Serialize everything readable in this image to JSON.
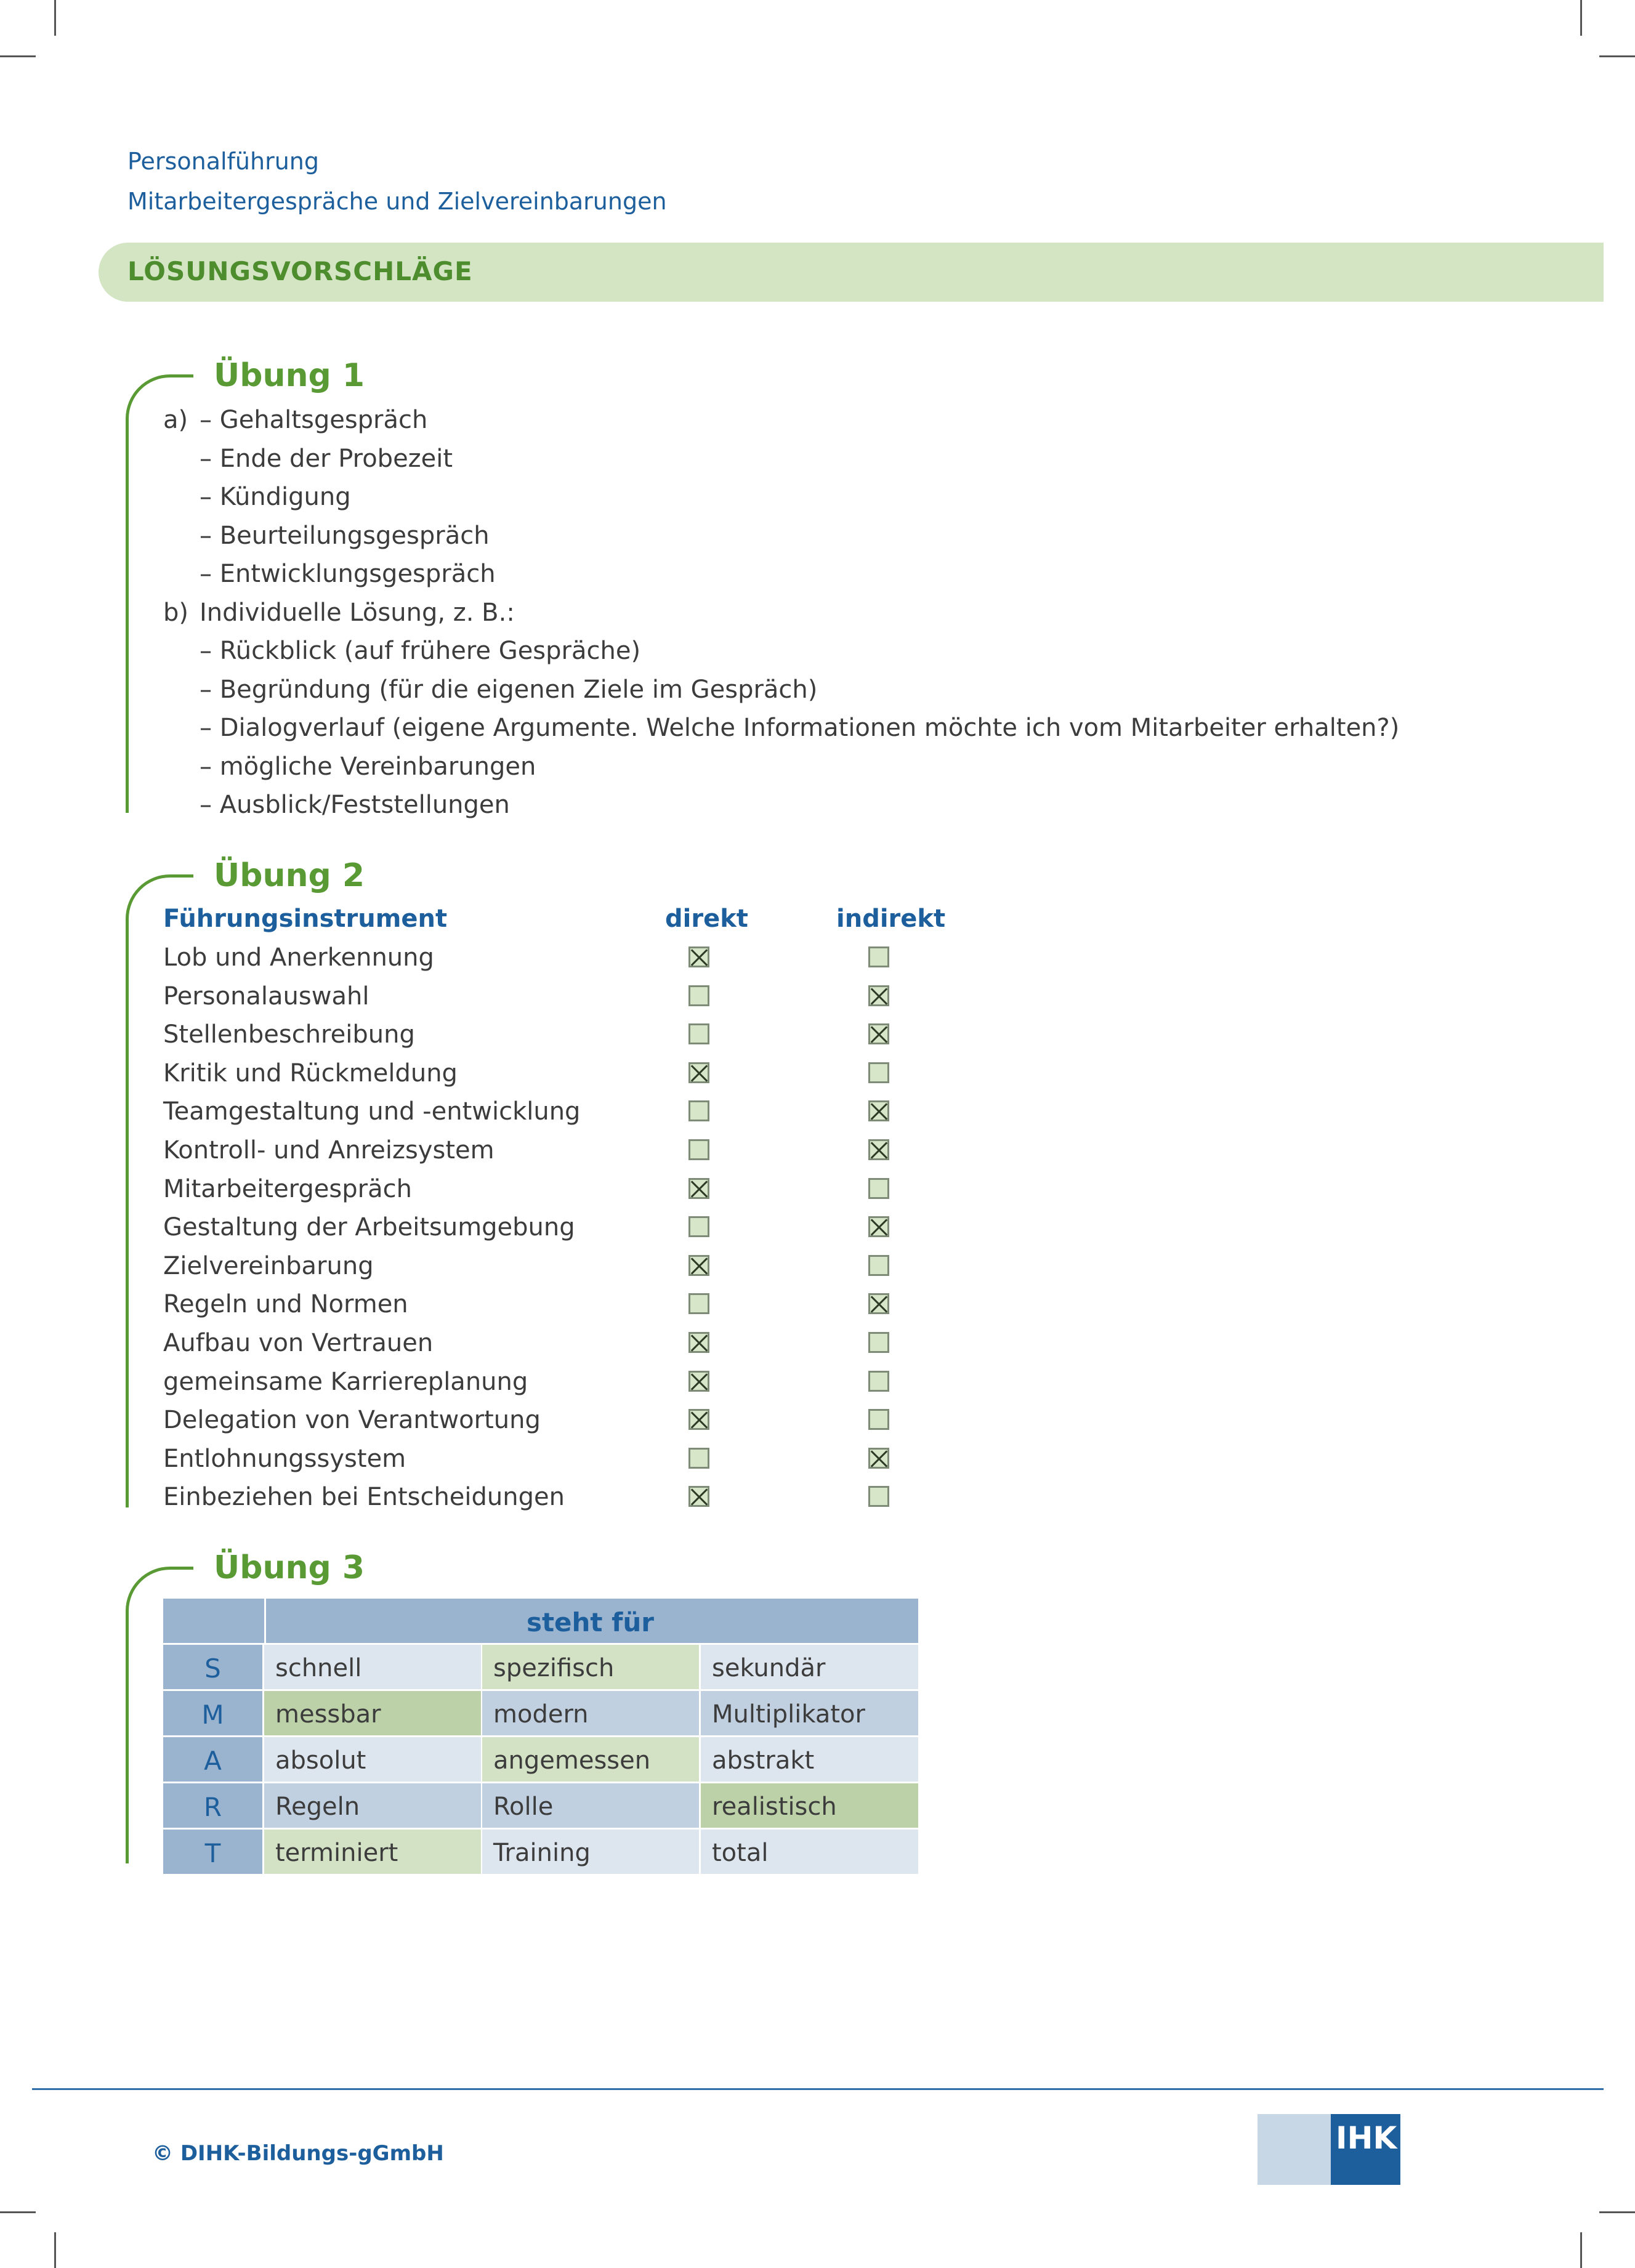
{
  "header": {
    "line1": "Personalführung",
    "line2": "Mitarbeitergespräche und Zielvereinbarungen"
  },
  "banner": {
    "title": "LÖSUNGSVORSCHLÄGE"
  },
  "uebung1": {
    "title": "Übung 1",
    "a_marker": "a)",
    "a_items": [
      "– Gehaltsgespräch",
      "– Ende der Probezeit",
      "– Kündigung",
      "– Beurteilungsgespräch",
      "– Entwicklungsgespräch"
    ],
    "b_marker": "b)",
    "b_intro": "Individuelle Lösung, z. B.:",
    "b_items": [
      "– Rückblick (auf frühere Gespräche)",
      "– Begründung (für die eigenen Ziele im Gespräch)",
      "– Dialogverlauf (eigene Argumente. Welche Informationen möchte ich vom Mitarbeiter erhalten?)",
      "– mögliche Vereinbarungen",
      "– Ausblick/Feststellungen"
    ]
  },
  "uebung2": {
    "title": "Übung 2",
    "col_instrument": "Führungsinstrument",
    "col_direkt": "direkt",
    "col_indirekt": "indirekt",
    "rows": [
      {
        "label": "Lob und Anerkennung",
        "direkt": true,
        "indirekt": false
      },
      {
        "label": "Personalauswahl",
        "direkt": false,
        "indirekt": true
      },
      {
        "label": "Stellenbeschreibung",
        "direkt": false,
        "indirekt": true
      },
      {
        "label": "Kritik und Rückmeldung",
        "direkt": true,
        "indirekt": false
      },
      {
        "label": "Teamgestaltung und -entwicklung",
        "direkt": false,
        "indirekt": true
      },
      {
        "label": "Kontroll- und Anreizsystem",
        "direkt": false,
        "indirekt": true
      },
      {
        "label": "Mitarbeitergespräch",
        "direkt": true,
        "indirekt": false
      },
      {
        "label": "Gestaltung der Arbeitsumgebung",
        "direkt": false,
        "indirekt": true
      },
      {
        "label": "Zielvereinbarung",
        "direkt": true,
        "indirekt": false
      },
      {
        "label": "Regeln und Normen",
        "direkt": false,
        "indirekt": true
      },
      {
        "label": "Aufbau von Vertrauen",
        "direkt": true,
        "indirekt": false
      },
      {
        "label": "gemeinsame Karriereplanung",
        "direkt": true,
        "indirekt": false
      },
      {
        "label": "Delegation von Verantwortung",
        "direkt": true,
        "indirekt": false
      },
      {
        "label": "Entlohnungssystem",
        "direkt": false,
        "indirekt": true
      },
      {
        "label": "Einbeziehen bei Entscheidungen",
        "direkt": true,
        "indirekt": false
      }
    ]
  },
  "uebung3": {
    "title": "Übung 3",
    "header": "steht für",
    "rows": [
      {
        "letter": "S",
        "options": [
          "schnell",
          "spezifisch",
          "sekundär"
        ],
        "correct": 1
      },
      {
        "letter": "M",
        "options": [
          "messbar",
          "modern",
          "Multiplikator"
        ],
        "correct": 0
      },
      {
        "letter": "A",
        "options": [
          "absolut",
          "angemessen",
          "abstrakt"
        ],
        "correct": 1
      },
      {
        "letter": "R",
        "options": [
          "Regeln",
          "Rolle",
          "realistisch"
        ],
        "correct": 2
      },
      {
        "letter": "T",
        "options": [
          "terminiert",
          "Training",
          "total"
        ],
        "correct": 0
      }
    ],
    "colors": {
      "header": "#9ab3cf",
      "letter_cell": "#9ab3cf",
      "light_row": "#dde5ee",
      "dark_row": "#c1d0e0",
      "correct_light": "#d3e2c5",
      "correct_dark": "#bcd1a8"
    }
  },
  "footer": {
    "copyright": "© DIHK-Bildungs-gGmbH",
    "logo_text": "IHK"
  },
  "colors": {
    "accent_green": "#5a9a35",
    "accent_blue": "#1d5f9c",
    "banner_bg": "#d3e5c3",
    "checkbox_fill": "#d7e6c9"
  }
}
